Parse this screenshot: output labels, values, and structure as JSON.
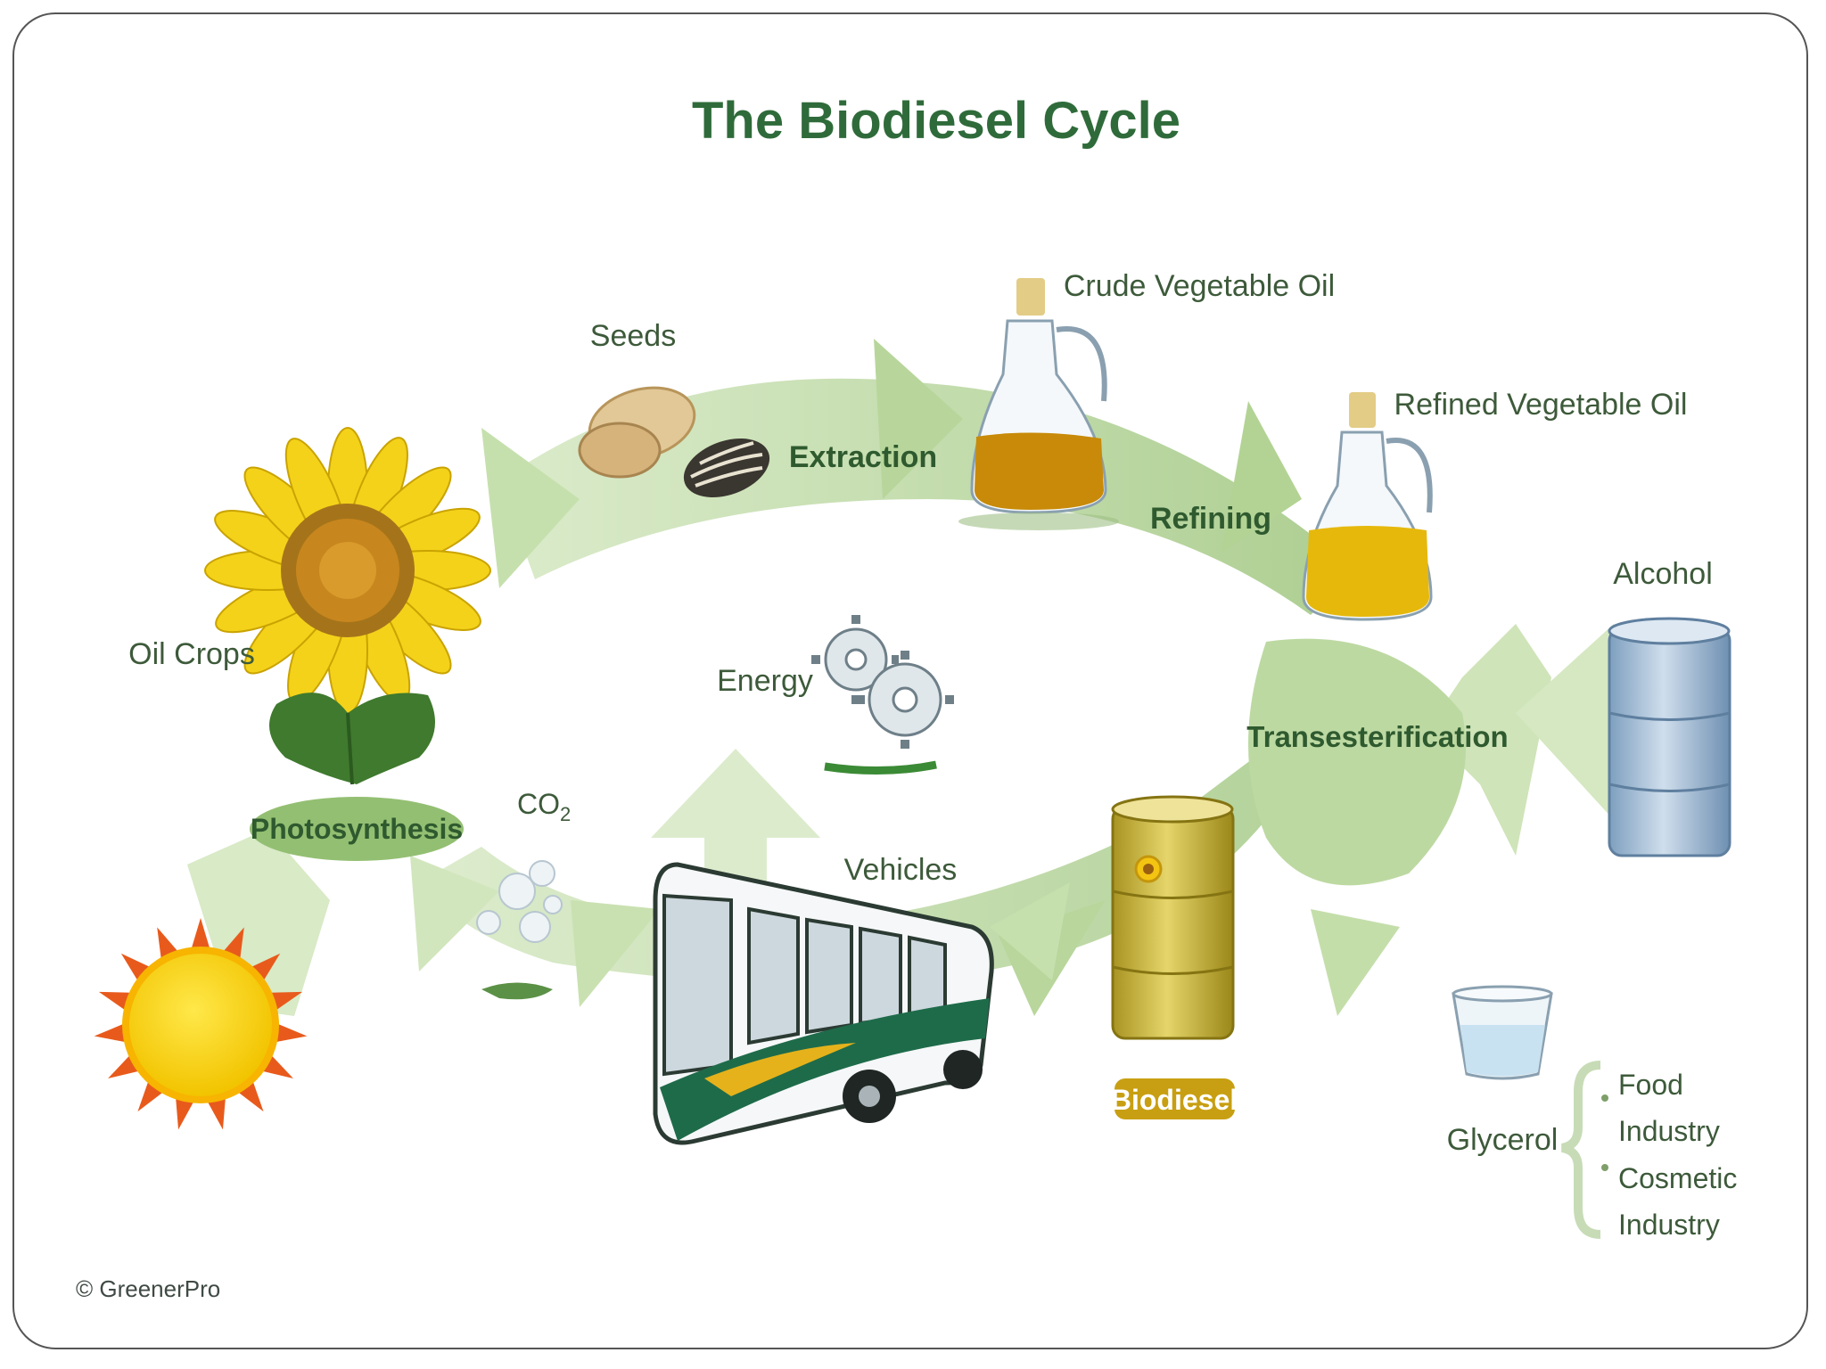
{
  "title": "The Biodiesel Cycle",
  "labels": {
    "seeds": "Seeds",
    "extraction": "Extraction",
    "crude_oil": "Crude Vegetable Oil",
    "refining": "Refining",
    "refined_oil": "Refined Vegetable Oil",
    "alcohol": "Alcohol",
    "transesterification": "Transesterification",
    "oil_crops": "Oil Crops",
    "photosynthesis": "Photosynthesis",
    "energy": "Energy",
    "co2": "CO",
    "co2_sub": "2",
    "vehicles": "Vehicles",
    "biodiesel": "Biodiesel",
    "glycerol": "Glycerol",
    "food_industry_1": "Food",
    "food_industry_2": "Industry",
    "cosmetic_industry_1": "Cosmetic",
    "cosmetic_industry_2": "Industry",
    "copyright": "© GreenerPro"
  },
  "colors": {
    "title": "#2f6b3a",
    "arrow_green": "#b9d6a0",
    "arrow_light": "#dcebcc",
    "text": "#3d5a3a"
  }
}
